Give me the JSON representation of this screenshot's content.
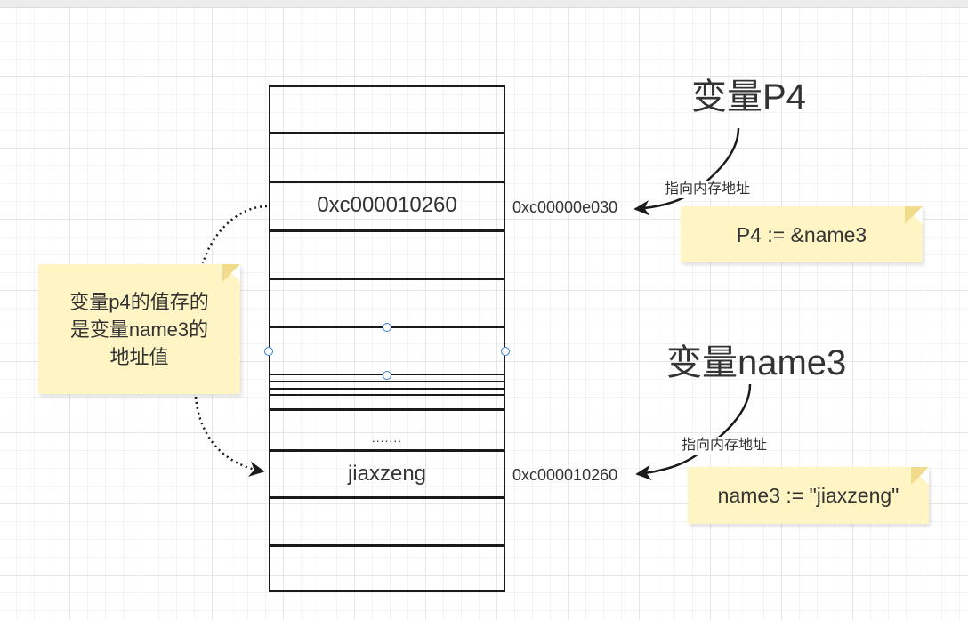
{
  "diagram": {
    "cells": {
      "p4_value": "0xc000010260",
      "ellipsis": ".......",
      "name3_value": "jiaxzeng"
    },
    "addresses": {
      "p4_address": "0xc00000e030",
      "name3_address": "0xc000010260"
    },
    "labels": {
      "var_p4": "变量P4",
      "var_name3": "变量name3",
      "points_to_1": "指向内存地址",
      "points_to_2": "指向内存地址"
    },
    "notes": {
      "p4_code": "P4 := &name3",
      "name3_code": "name3 := \"jiaxzeng\"",
      "explain_line1": "变量p4的值存的",
      "explain_line2": "是变量name3的",
      "explain_line3": "地址值"
    },
    "colors": {
      "note_fill": "#fff4c3",
      "line": "#1a1a1a",
      "text": "#333333",
      "selection": "#3a7bd5"
    }
  }
}
